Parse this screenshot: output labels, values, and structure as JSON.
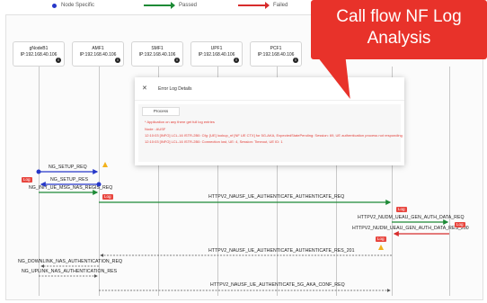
{
  "legend": {
    "items": [
      {
        "label": "Node Specific",
        "kind": "dot",
        "color": "#2637c9"
      },
      {
        "label": "Passed",
        "kind": "line",
        "color": "#1d8a36"
      },
      {
        "label": "Failed",
        "kind": "line",
        "color": "#d72c2c"
      }
    ]
  },
  "callout": {
    "line1": "Call flow NF Log",
    "line2": "Analysis"
  },
  "nodes": [
    {
      "name": "gNodeB1",
      "ip": "IP:192.168.40.106"
    },
    {
      "name": "AMF1",
      "ip": "IP:192.168.40.106"
    },
    {
      "name": "SMF1",
      "ip": "IP:192.168.40.106"
    },
    {
      "name": "UPF1",
      "ip": "IP:192.168.40.106"
    },
    {
      "name": "PCF1",
      "ip": "IP:192.168.40.106"
    }
  ],
  "modal": {
    "title": "Error Log Details",
    "tab": "Process",
    "lines": [
      "* Application on any there get full log entries",
      "Node : AUSF",
      "12:10:03 [INFO] LCL-16 ISTR-2B0: Cfg: [UE] lookup_nf  [NF UE CTX] for 5G-AKA, ExpectedStatePending: Session: 69, UE authentication process not responding",
      "12:10:03 [INFO] LCL-16 ISTR-2B0: Connection lost, UE: 4, Session: Timeout, UE ID: 1"
    ]
  },
  "messages": [
    {
      "label": "NG_SETUP_REQ",
      "color": "#2637c9"
    },
    {
      "label": "NG_SETUP_RES",
      "color": "#2637c9"
    },
    {
      "label": "NG_INIT_UE_MSG_NAS_REGIS_REQ",
      "color": "#1d8a36"
    },
    {
      "label": "HTTPV2_NAUSF_UE_AUTHENTICATE_AUTHENTICATE_REQ",
      "color": "#1d8a36"
    },
    {
      "label": "HTTPV2_NUDM_UEAU_GEN_AUTH_DATA_REQ",
      "color": "#1d8a36"
    },
    {
      "label": "HTTPV2_NUDM_UEAU_GEN_AUTH_DATA_RES_200",
      "color": "#d72c2c"
    },
    {
      "label": "HTTPV2_NAUSF_UE_AUTHENTICATE_AUTHENTICATE_RES_201",
      "color": "#555555"
    },
    {
      "label": "NG_DOWNLINK_NAS_AUTHENTICATION_REQ",
      "color": "#555555"
    },
    {
      "label": "NG_UPLINK_NAS_AUTHENTICATION_RES",
      "color": "#555555"
    },
    {
      "label": "HTTPV2_NAUSF_UE_AUTHENTICATE_5G_AKA_CONF_REQ",
      "color": "#555555"
    }
  ],
  "log_label": "Log"
}
